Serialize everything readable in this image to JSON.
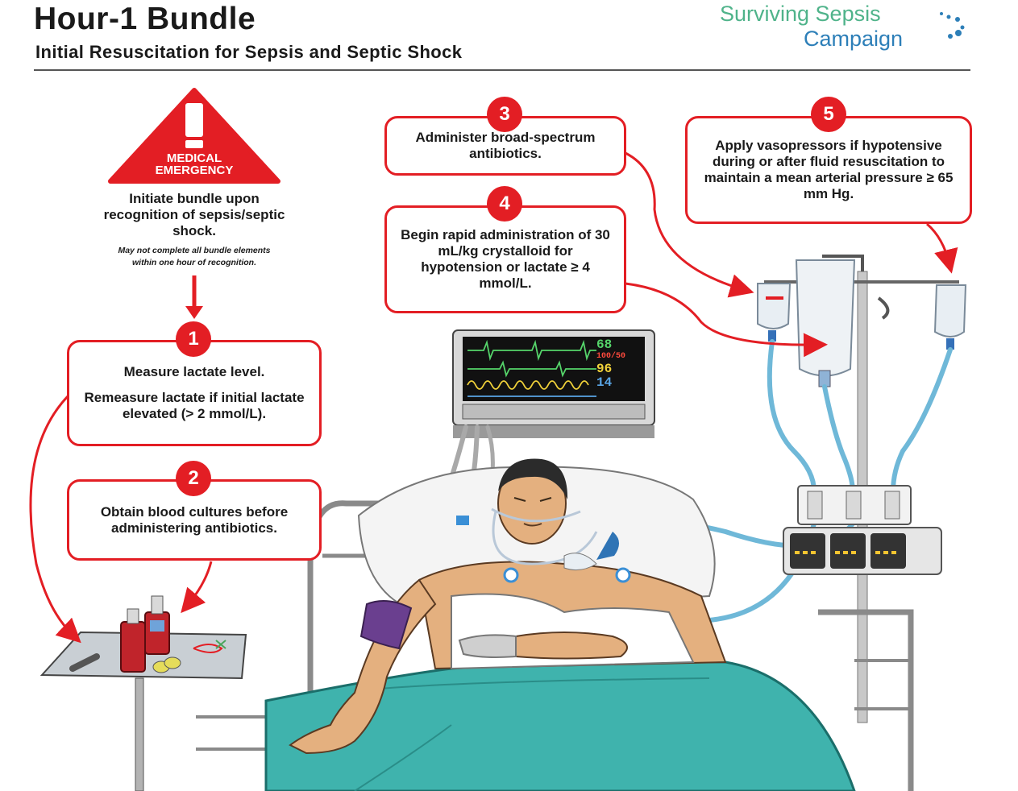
{
  "header": {
    "title": "Hour-1 Bundle",
    "subtitle": "Initial Resuscitation for Sepsis and Septic Shock",
    "logo_line1": "Surviving Sepsis",
    "logo_line2": "Campaign"
  },
  "warning": {
    "line1": "MEDICAL",
    "line2": "EMERGENCY",
    "instruction": "Initiate bundle upon recognition of sepsis/septic shock.",
    "note_line1": "May not complete all bundle elements",
    "note_line2": "within one hour of recognition."
  },
  "steps": [
    {
      "number": "1",
      "line1": "Measure lactate level.",
      "line2": "Remeasure lactate if initial lactate elevated (> 2 mmol/L)."
    },
    {
      "number": "2",
      "text": "Obtain blood cultures before administering antibiotics."
    },
    {
      "number": "3",
      "text": "Administer broad-spectrum antibiotics."
    },
    {
      "number": "4",
      "text": "Begin rapid administration of 30 mL/kg crystalloid for hypotension or lactate ≥ 4 mmol/L."
    },
    {
      "number": "5",
      "text": "Apply vasopressors if hypotensive during or after fluid resuscitation to maintain a mean arterial pressure ≥ 65 mm Hg."
    }
  ],
  "monitor": {
    "heart_rate": "68",
    "blood_pressure": "100/50",
    "spo2": "96",
    "resp_rate": "14"
  },
  "colors": {
    "accent_red": "#e31e24",
    "logo_green": "#4fb38a",
    "logo_blue": "#2d7fb8",
    "blanket": "#3fb3ad"
  }
}
